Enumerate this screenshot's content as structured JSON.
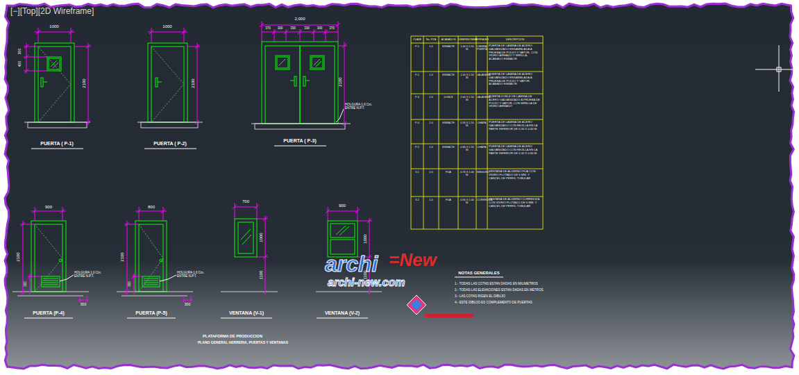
{
  "diagram": {
    "title": "PLATAFORMA DE PRODUCCION",
    "caption": "PLANO GENERAL HERRERIA, PUERTAS Y VENTANAS",
    "labels": [
      "[−][Top][2D Wireframe]",
      "1000",
      "300",
      "400",
      "2100",
      "1000",
      "2100",
      "2,000",
      "370",
      "300",
      "330",
      "330",
      "300",
      "370",
      "2100",
      "HOLGURA 1.0 Cm. ENTRE N.P.T.",
      "PUERTA ( P-1)",
      "PUERTA ( P-2)",
      "PUERTA ( P-3)",
      "900",
      "2100",
      "300",
      "HOLGURA 1.0 Cm. ENTRE N.P.T.",
      "300",
      "PUERTA (P-4)",
      "800",
      "2100",
      "300",
      "HOLGURA 1.0 Cm. ENTRE N.P.T.",
      "300",
      "PUERTA (P-5)",
      "700",
      "1000",
      "1100",
      "VENTANA (V-1)",
      "900",
      "1000",
      "1100",
      "VENTANA (V-2)",
      "CLAVE",
      "No. PZA",
      "ACABADOS",
      "DIMENSIONES",
      "HERRAJES",
      "DESCRIPCION",
      "P-1",
      "1.0",
      "ESMALTE",
      "1.00 X 2.10 M.",
      "CIERRA PUERTA",
      "PUERTA DE LAMINA DE ACERO GALVANIZADO ENSAMBLADA A PRUEBA DE POLVO Y VAPOR, CON VIDRIO ARMADO Y MIRILLA, ACABADO ESMALTE",
      "P-2",
      "1.0",
      "ESMALTE",
      "1.00 X 2.10 M.",
      "JALADERA",
      "PUERTA DE LAMINA DE ACERO GALVANIZADO ENSAMBLADA A PRUEBA DE POLVO Y VAPOR, ACABADO ESMALTE",
      "P-3",
      "2.0",
      "DOBLE",
      "2.00 X 2.10 M.",
      "JALADERA",
      "PUERTA DOBLE DE LAMINA DE ACERO GALVANIZADO A PRUEBA DE POLVO Y VAPOR, CON MIRILLA DE VIDRIO ARMADO",
      "P-4",
      "1.0",
      "ESMALTE",
      "0.90 X 2.10 M.",
      "CHAPA",
      "PUERTA DE LAMINA DE ACERO GALVANIZADO CON REJILLA EN LA PARTE INFERIOR DE 0.30 X 0.60 M.",
      "P-5",
      "1.0",
      "ESMALTE",
      "0.80 X 2.10 M.",
      "CHAPA",
      "PUERTA DE LAMINA DE ACERO GALVANIZADO CON REJILLA EN LA PARTE INFERIOR DE 0.30 X 0.60 M.",
      "V-1",
      "2.0",
      "FIJA",
      "0.70 X 1.00 M.",
      "NINGUNO",
      "VENTANA DE ALUMINIO FIJA CON VIDRIO FLOTADO DE 6 MM. Y CANCEL DE PERFIL TUBULAR",
      "V-2",
      "1.0",
      "FIJA",
      "0.90 X 1.00 M.",
      "CORREDIZA",
      "VENTANA DE ALUMINIO CORREDIZA CON VIDRIO FLOTADO DE 6 MM. Y CANCEL DE PERFIL TUBULAR",
      "NOTAS GENERALES",
      "1.- TODAS LAS COTAS ESTAN DADAS EN MILIMETROS",
      "2.- TODAS LAS ELEVACIONES ESTAN DADAS EN METROS",
      "3.- LAS COTAS RIGEN EL DIBUJO",
      "4.- ESTE DIBUJO ES COMPLEMENTO DE PUERTAS",
      "archi",
      "=New",
      "archi-new.com"
    ]
  }
}
